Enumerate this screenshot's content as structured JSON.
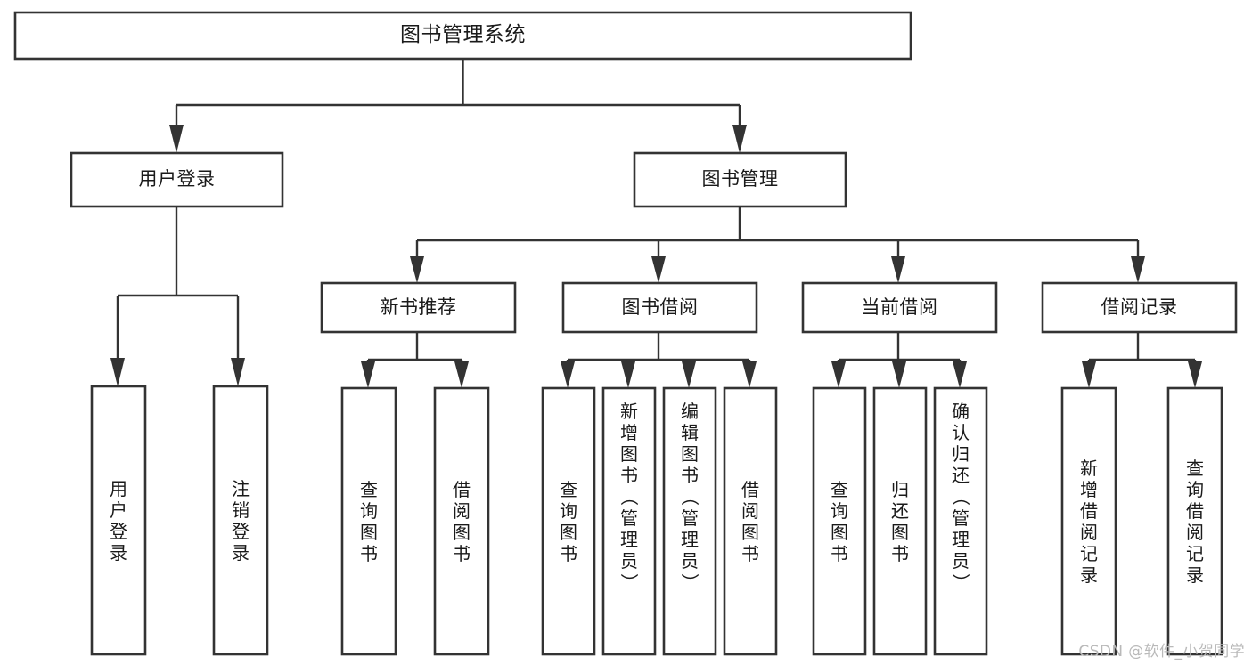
{
  "diagram": {
    "title": "图书管理系统",
    "type": "hierarchy-tree",
    "orientation": "top-down",
    "colors": {
      "box_fill": "#ffffff",
      "box_stroke": "#333333",
      "text": "#1a1a1a",
      "background": "#ffffff",
      "watermark": "#b9b9b9"
    },
    "levels": [
      {
        "level": 1,
        "nodes": [
          {
            "id": "root",
            "label": "图书管理系统",
            "orientation": "horizontal"
          }
        ]
      },
      {
        "level": 2,
        "nodes": [
          {
            "id": "user-login",
            "label": "用户登录",
            "orientation": "horizontal",
            "parent": "root"
          },
          {
            "id": "book-mgmt",
            "label": "图书管理",
            "orientation": "horizontal",
            "parent": "root"
          }
        ]
      },
      {
        "level": 3,
        "nodes": [
          {
            "id": "new-book-rec",
            "label": "新书推荐",
            "orientation": "horizontal",
            "parent": "book-mgmt"
          },
          {
            "id": "book-borrow",
            "label": "图书借阅",
            "orientation": "horizontal",
            "parent": "book-mgmt"
          },
          {
            "id": "current-borrow",
            "label": "当前借阅",
            "orientation": "horizontal",
            "parent": "book-mgmt"
          },
          {
            "id": "borrow-record",
            "label": "借阅记录",
            "orientation": "horizontal",
            "parent": "book-mgmt"
          }
        ]
      },
      {
        "level": 4,
        "nodes": [
          {
            "id": "leaf-user-login",
            "label": "用户登录",
            "orientation": "vertical",
            "parent": "user-login"
          },
          {
            "id": "leaf-logout",
            "label": "注销登录",
            "orientation": "vertical",
            "parent": "user-login"
          },
          {
            "id": "leaf-query-book-1",
            "label": "查询图书",
            "orientation": "vertical",
            "parent": "new-book-rec"
          },
          {
            "id": "leaf-borrow-book-1",
            "label": "借阅图书",
            "orientation": "vertical",
            "parent": "new-book-rec"
          },
          {
            "id": "leaf-query-book-2",
            "label": "查询图书",
            "orientation": "vertical",
            "parent": "book-borrow"
          },
          {
            "id": "leaf-add-book",
            "label": "新增图书（管理员）",
            "orientation": "vertical",
            "parent": "book-borrow"
          },
          {
            "id": "leaf-edit-book",
            "label": "编辑图书（管理员）",
            "orientation": "vertical",
            "parent": "book-borrow"
          },
          {
            "id": "leaf-borrow-book-2",
            "label": "借阅图书",
            "orientation": "vertical",
            "parent": "book-borrow"
          },
          {
            "id": "leaf-query-book-3",
            "label": "查询图书",
            "orientation": "vertical",
            "parent": "current-borrow"
          },
          {
            "id": "leaf-return-book",
            "label": "归还图书",
            "orientation": "vertical",
            "parent": "current-borrow"
          },
          {
            "id": "leaf-confirm-return",
            "label": "确认归还（管理员）",
            "orientation": "vertical",
            "parent": "current-borrow"
          },
          {
            "id": "leaf-add-record",
            "label": "新增借阅记录",
            "orientation": "vertical",
            "parent": "borrow-record"
          },
          {
            "id": "leaf-query-record",
            "label": "查询借阅记录",
            "orientation": "vertical",
            "parent": "borrow-record"
          }
        ]
      }
    ]
  },
  "watermark": {
    "text": "CSDN @软件_小贺同学"
  }
}
